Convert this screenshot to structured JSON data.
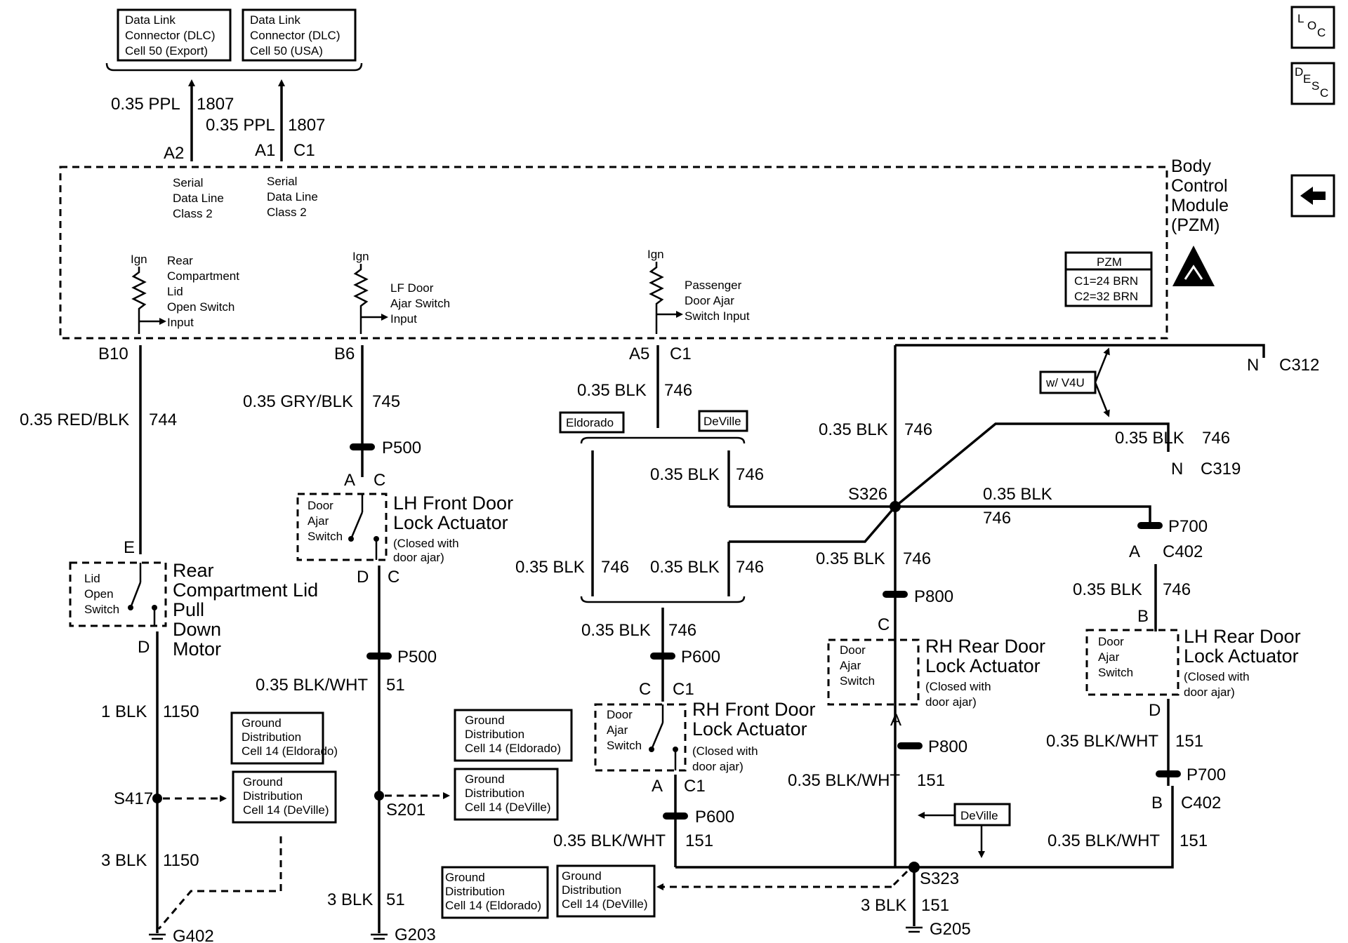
{
  "nav": {
    "loc": [
      "L",
      "O",
      "C"
    ],
    "desc": [
      "D",
      "E",
      "S",
      "C"
    ],
    "back_label": "Back"
  },
  "bcm": {
    "title_lines": [
      "Body",
      "Control",
      "Module",
      "(PZM)"
    ]
  },
  "pzm_table": {
    "header": "PZM",
    "rows": [
      "C1=24 BRN",
      "C2=32 BRN"
    ]
  },
  "dlc": {
    "export_lines": [
      "Data Link",
      "Connector (DLC)",
      "Cell 50 (Export)"
    ],
    "usa_lines": [
      "Data Link",
      "Connector (DLC)",
      "Cell 50 (USA)"
    ]
  },
  "serial": {
    "lines": [
      "Serial",
      "Data Line",
      "Class 2"
    ]
  },
  "inputs": {
    "rear_lid": [
      "Rear",
      "Compartment",
      "Lid",
      "Open Switch",
      "Input"
    ],
    "lf_door": [
      "LF Door",
      "Ajar Switch",
      "Input"
    ],
    "pass_door": [
      "Passenger",
      "Door Ajar",
      "Switch Input"
    ],
    "ign": "Ign"
  },
  "pins": {
    "a2": "A2",
    "a1": "A1",
    "c1": "C1",
    "b10": "B10",
    "b6": "B6",
    "a5": "A5",
    "e": "E",
    "d": "D",
    "a": "A",
    "c": "C",
    "b": "B",
    "n": "N",
    "c312": "C312",
    "c319": "C319",
    "c402": "C402"
  },
  "wires": {
    "ppl": "0.35 PPL",
    "c1807": "1807",
    "redblk": "0.35 RED/BLK",
    "c744": "744",
    "gryblk": "0.35 GRY/BLK",
    "c745": "745",
    "blk": "0.35 BLK",
    "c746": "746",
    "blkwht": "0.35 BLK/WHT",
    "c51": "51",
    "c151": "151",
    "blk1": "1 BLK",
    "blk3": "3 BLK",
    "c1150": "1150"
  },
  "connectors": {
    "p500": "P500",
    "p600": "P600",
    "p700": "P700",
    "p800": "P800"
  },
  "splices": {
    "s417": "S417",
    "s201": "S201",
    "s326": "S326",
    "s323": "S323"
  },
  "grounds": {
    "g402": "G402",
    "g203": "G203",
    "g205": "G205"
  },
  "variants": {
    "eldorado": "Eldorado",
    "deville": "DeVille",
    "v4u": "w/ V4U"
  },
  "components": {
    "door_ajar_switch": [
      "Door",
      "Ajar",
      "Switch"
    ],
    "lid_open_switch": [
      "Lid",
      "Open",
      "Switch"
    ],
    "lh_front": [
      "LH Front Door",
      "Lock Actuator"
    ],
    "rh_front": [
      "RH Front Door",
      "Lock Actuator"
    ],
    "rh_rear": [
      "RH Rear Door",
      "Lock Actuator"
    ],
    "lh_rear": [
      "LH Rear Door",
      "Lock Actuator"
    ],
    "closed_note": [
      "(Closed with",
      "door ajar)"
    ],
    "rear_lid_motor": [
      "Rear",
      "Compartment Lid",
      "Pull",
      "Down",
      "Motor"
    ]
  },
  "ground_dist": {
    "eld": [
      "Ground",
      "Distribution",
      "Cell 14 (Eldorado)"
    ],
    "dev": [
      "Ground",
      "Distribution",
      "Cell 14 (DeVille)"
    ]
  }
}
